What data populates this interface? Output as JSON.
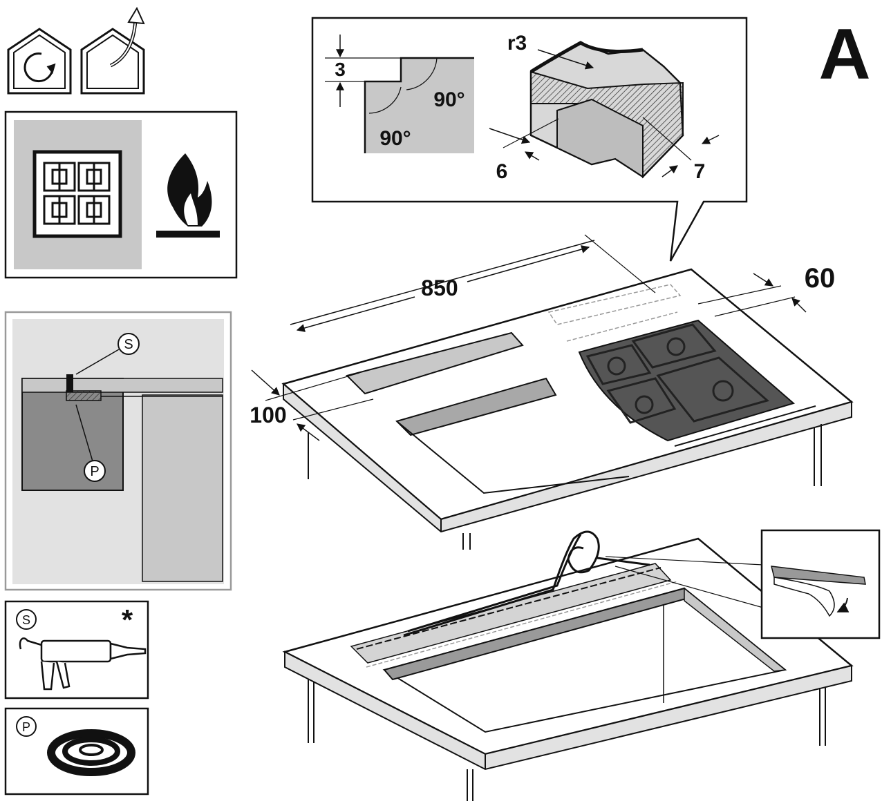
{
  "figure": {
    "letter": "A"
  },
  "detail": {
    "step_height": "3",
    "angle_1": "90°",
    "angle_2": "90°",
    "radius": "r3",
    "thickness_left": "6",
    "thickness_right": "7"
  },
  "dimensions": {
    "width": "850",
    "front": "100",
    "back": "60"
  },
  "callouts": {
    "sealant": "S",
    "strip": "P",
    "asterisk": "*"
  },
  "colors": {
    "line": "#111111",
    "panel_gray": "#c8c8c8",
    "light_gray": "#e2e2e2",
    "dark_gray": "#8a8a8a"
  }
}
